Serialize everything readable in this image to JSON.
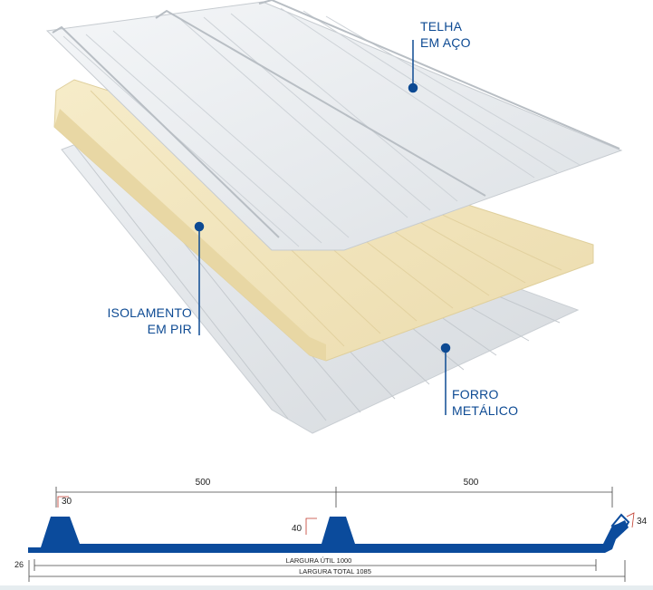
{
  "callouts": {
    "steel_roof": {
      "line1": "TELHA",
      "line2": "EM AÇO"
    },
    "insulation": {
      "line1": "ISOLAMENTO",
      "line2": "EM PIR"
    },
    "metal_liner": {
      "line1": "FORRO",
      "line2": "METÁLICO"
    }
  },
  "profile": {
    "span_left": "500",
    "span_right": "500",
    "rib_top": "30",
    "rib_height": "40",
    "edge_height": "34",
    "thickness": "26",
    "useful_width": "LARGURA ÚTIL 1000",
    "total_width": "LARGURA TOTAL 1085"
  },
  "colors": {
    "accent": "#0d4a93",
    "profile_fill": "#0b4b9c",
    "insulation": "#f3e8c6",
    "sheet": "#e9ecef",
    "dimension_red": "#c0392b"
  }
}
